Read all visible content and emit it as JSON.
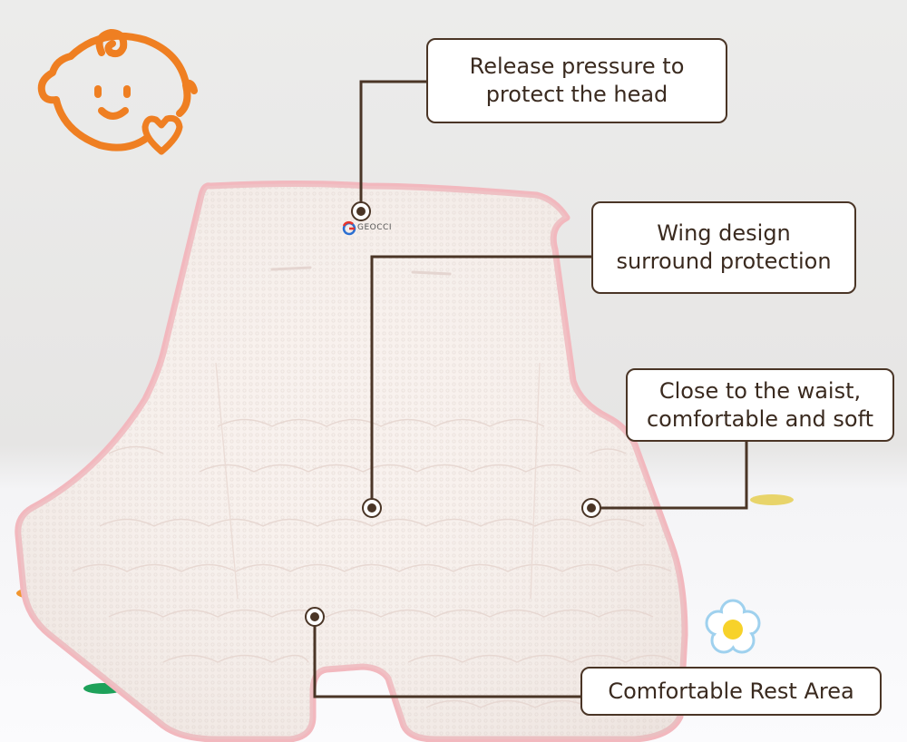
{
  "callouts": {
    "head": "Release pressure to\nprotect the head",
    "wing": "Wing design\nsurround protection",
    "waist": "Close to the waist,\ncomfortable and soft",
    "rest": "Comfortable Rest Area"
  },
  "brand_tag": "GEOCCI",
  "colors": {
    "line": "#4a3526",
    "logo_orange": "#ef7f22",
    "pad_border": "#f2b8be",
    "pad_fill": "#f8f0ec"
  },
  "icons": {
    "logo": "baby-face-heart-icon",
    "decor_flower": "flower-icon"
  }
}
